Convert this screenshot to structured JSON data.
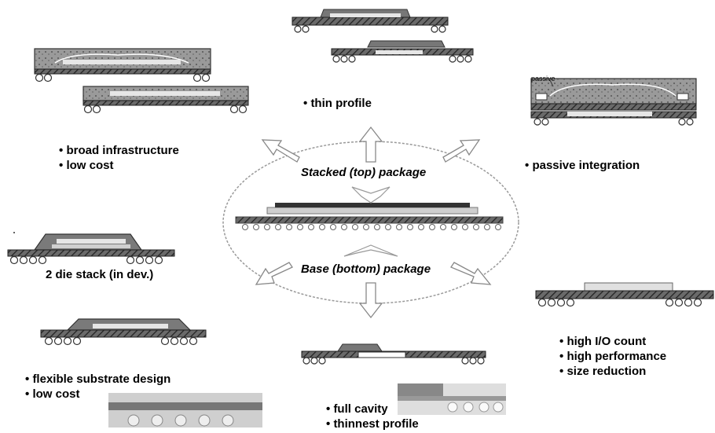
{
  "center": {
    "top_label": "Stacked (top) package",
    "bottom_label": "Base (bottom) package"
  },
  "variants": {
    "top_left": {
      "bullets": [
        "broad infrastructure",
        "low cost"
      ]
    },
    "top_center": {
      "bullets": [
        "thin profile"
      ]
    },
    "top_right": {
      "bullets": [
        "passive integration"
      ],
      "callout": "passive"
    },
    "mid_left": {
      "caption": "2 die stack (in dev.)"
    },
    "bottom_left": {
      "bullets": [
        "flexible substrate design",
        "low cost"
      ]
    },
    "bottom_center": {
      "bullets": [
        "full cavity",
        "thinnest profile"
      ]
    },
    "bottom_right": {
      "bullets": [
        "high I/O count",
        "high performance",
        "size reduction"
      ]
    }
  },
  "bullet_glyph": "•",
  "colors": {
    "substrate": "#555555",
    "mold": "#8a8a8a",
    "die": "#dcdcdc",
    "arrow": "#999999",
    "ellipse": "#aaaaaa"
  }
}
